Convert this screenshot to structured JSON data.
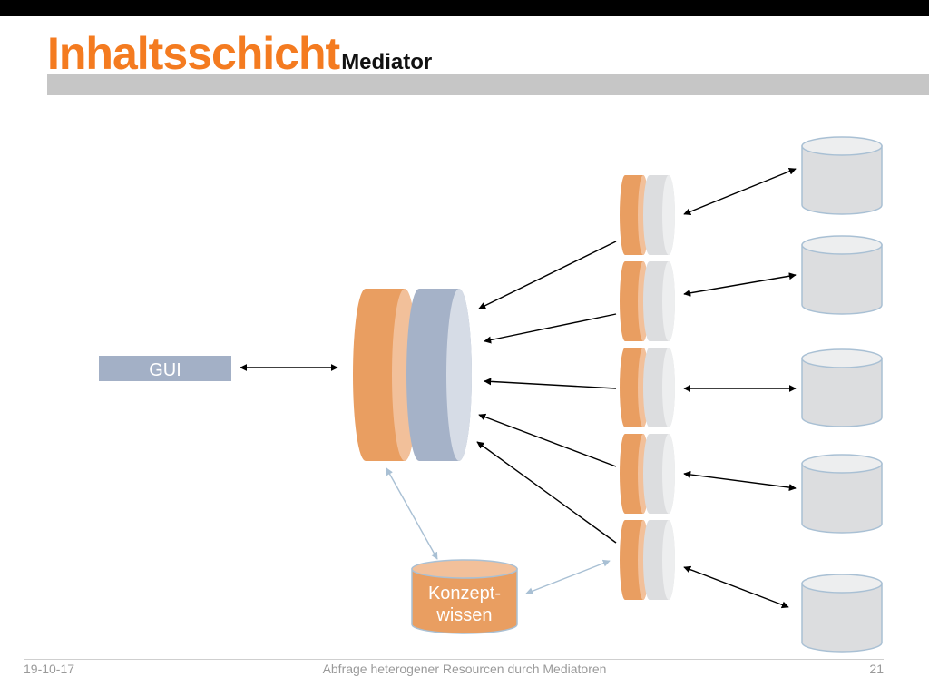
{
  "slide": {
    "title": "Inhaltsschicht",
    "subtitle": "Mediator",
    "footer_date": "19-10-17",
    "footer_text": "Abfrage heterogener Resourcen durch Mediatoren",
    "page_number": "21"
  },
  "diagram": {
    "gui_label": "GUI",
    "knowledge_label_line1": "Konzept-",
    "knowledge_label_line2": "wissen",
    "colors": {
      "accent": "#F47B20",
      "orange_fill": "#E99E61",
      "orange_light": "#F2C09A",
      "blue_fill": "#A5B2C8",
      "blue_light": "#D6DCE6",
      "gray_fill": "#DCDDDF",
      "gray_light": "#EDEEEF",
      "gui_fill": "#A3B0C6",
      "arrow_dark": "#000000",
      "arrow_light": "#A9C0D4"
    },
    "wrapper_count": 5,
    "source_count": 5
  }
}
